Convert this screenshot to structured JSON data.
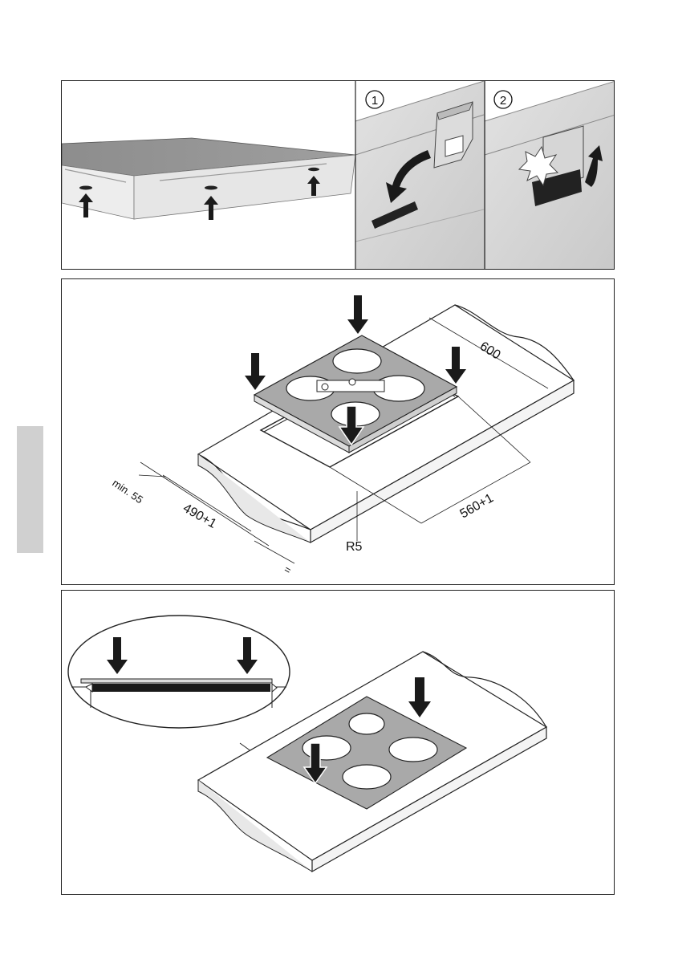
{
  "step_badges": [
    "1",
    "2"
  ],
  "dimensions": {
    "depth": "600",
    "cutout_width": "560+1",
    "cutout_depth": "490+1",
    "min_edge": "min. 55",
    "radius": "R5",
    "equal": "="
  },
  "colors": {
    "side_tab": "#d0d0d0",
    "hob_gray": "#a9a9a9",
    "countertop_edge": "#f2f2f2",
    "arrow": "#1a1a1a"
  }
}
